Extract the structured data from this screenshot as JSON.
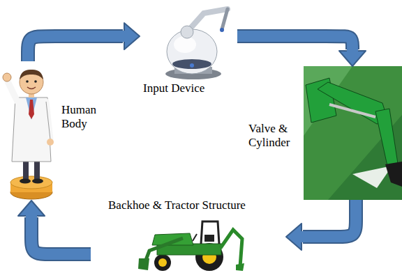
{
  "diagram": {
    "nodes": [
      {
        "text": [
          "Input Device"
        ]
      },
      {
        "text": [
          "Human Body"
        ]
      },
      {
        "text": [
          "Valve & Cylinder"
        ]
      },
      {
        "text": [
          "Backhoe & Tractor Structure"
        ]
      }
    ],
    "edges": [
      {
        "from": 1,
        "to": 0,
        "arrow": "to"
      },
      {
        "from": 0,
        "to": 2,
        "arrow": "to"
      },
      {
        "from": 2,
        "to": 3,
        "arrow": "to"
      },
      {
        "from": 3,
        "to": 1,
        "arrow": "to"
      }
    ]
  }
}
